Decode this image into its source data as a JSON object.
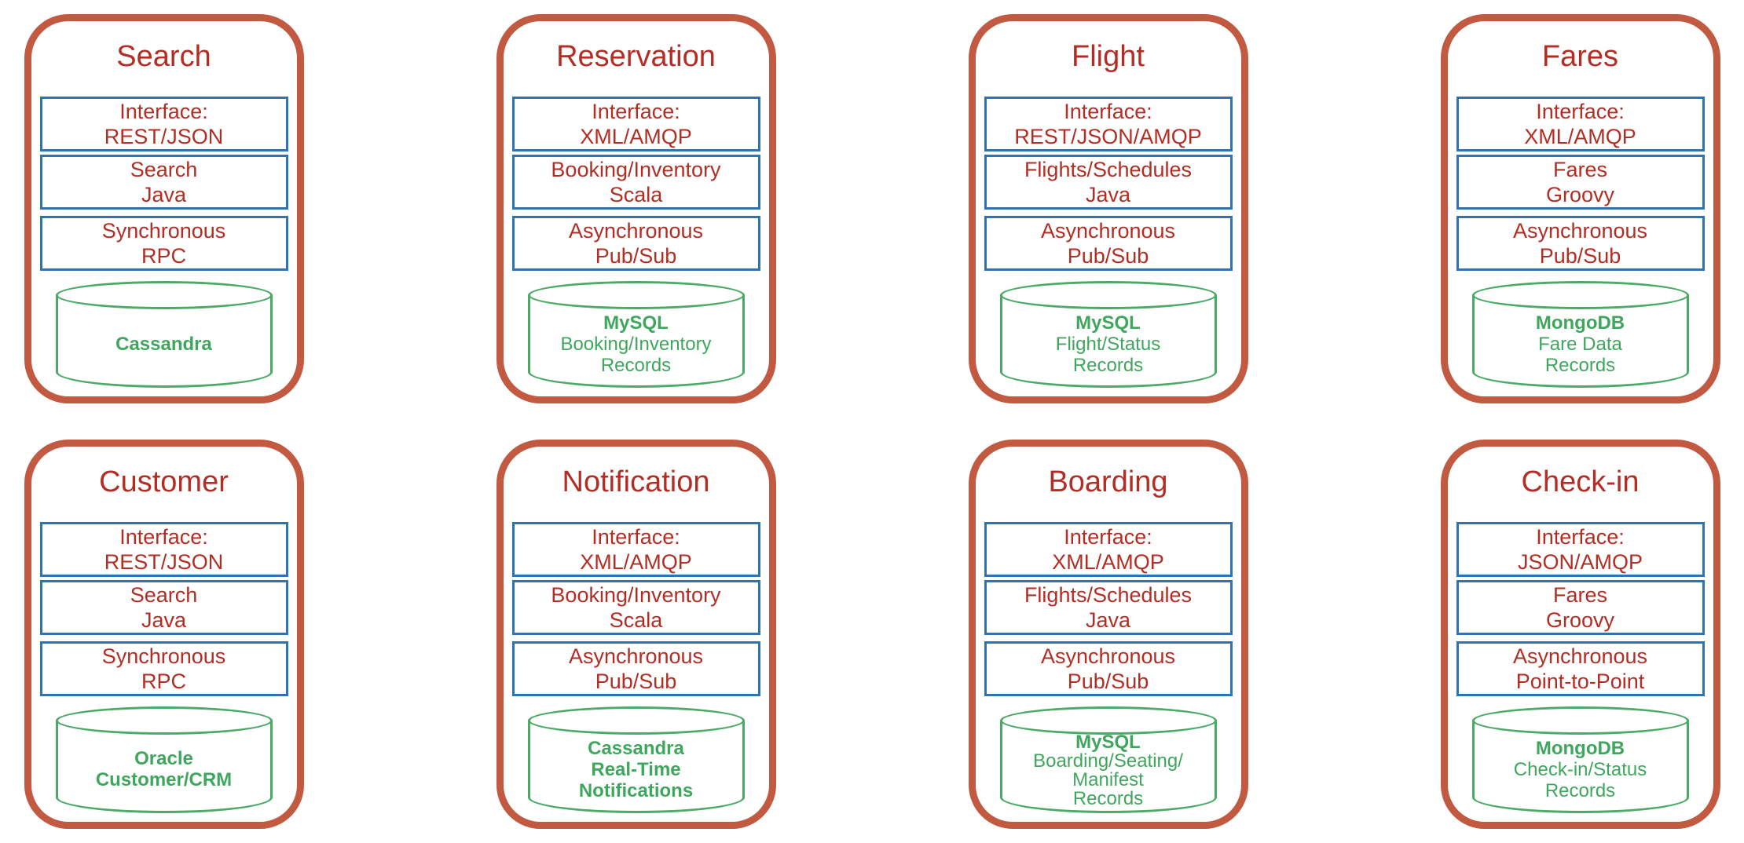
{
  "palette": {
    "card_border": "#C15A40",
    "service_text_red": "#B22E24",
    "box_border_blue": "#2E74B5",
    "database_stroke_green": "#4AAA66",
    "database_text_green": "#3FA75D",
    "background": "#FFFFFF"
  },
  "services": [
    {
      "title": "Search",
      "interface": {
        "line1": "Interface:",
        "line2": "REST/JSON"
      },
      "component": {
        "line1": "Search",
        "line2": "Java"
      },
      "communication": {
        "line1": "Synchronous",
        "line2": "RPC"
      },
      "database": {
        "lines": [
          "Cassandra"
        ]
      }
    },
    {
      "title": "Reservation",
      "interface": {
        "line1": "Interface:",
        "line2": "XML/AMQP"
      },
      "component": {
        "line1": "Booking/Inventory",
        "line2": "Scala"
      },
      "communication": {
        "line1": "Asynchronous",
        "line2": "Pub/Sub"
      },
      "database": {
        "lines": [
          "MySQL",
          "Booking/Inventory",
          "Records"
        ]
      }
    },
    {
      "title": "Flight",
      "interface": {
        "line1": "Interface:",
        "line2": "REST/JSON/AMQP"
      },
      "component": {
        "line1": "Flights/Schedules",
        "line2": "Java"
      },
      "communication": {
        "line1": "Asynchronous",
        "line2": "Pub/Sub"
      },
      "database": {
        "lines": [
          "MySQL",
          "Flight/Status",
          "Records"
        ]
      }
    },
    {
      "title": "Fares",
      "interface": {
        "line1": "Interface:",
        "line2": "XML/AMQP"
      },
      "component": {
        "line1": "Fares",
        "line2": "Groovy"
      },
      "communication": {
        "line1": "Asynchronous",
        "line2": "Pub/Sub"
      },
      "database": {
        "lines": [
          "MongoDB",
          "Fare Data",
          "Records"
        ]
      }
    },
    {
      "title": "Customer",
      "interface": {
        "line1": "Interface:",
        "line2": "REST/JSON"
      },
      "component": {
        "line1": "Search",
        "line2": "Java"
      },
      "communication": {
        "line1": "Synchronous",
        "line2": "RPC"
      },
      "database": {
        "lines": [
          "Oracle",
          "Customer/CRM"
        ]
      }
    },
    {
      "title": "Notification",
      "interface": {
        "line1": "Interface:",
        "line2": "XML/AMQP"
      },
      "component": {
        "line1": "Booking/Inventory",
        "line2": "Scala"
      },
      "communication": {
        "line1": "Asynchronous",
        "line2": "Pub/Sub"
      },
      "database": {
        "lines": [
          "Cassandra",
          "Real-Time",
          "Notifications"
        ]
      }
    },
    {
      "title": "Boarding",
      "interface": {
        "line1": "Interface:",
        "line2": "XML/AMQP"
      },
      "component": {
        "line1": "Flights/Schedules",
        "line2": "Java"
      },
      "communication": {
        "line1": "Asynchronous",
        "line2": "Pub/Sub"
      },
      "database": {
        "lines": [
          "MySQL",
          "Boarding/Seating/",
          "Manifest",
          "Records"
        ]
      }
    },
    {
      "title": "Check-in",
      "interface": {
        "line1": "Interface:",
        "line2": "JSON/AMQP"
      },
      "component": {
        "line1": "Fares",
        "line2": "Groovy"
      },
      "communication": {
        "line1": "Asynchronous",
        "line2": "Point-to-Point"
      },
      "database": {
        "lines": [
          "MongoDB",
          "Check-in/Status",
          "Records"
        ]
      }
    }
  ]
}
